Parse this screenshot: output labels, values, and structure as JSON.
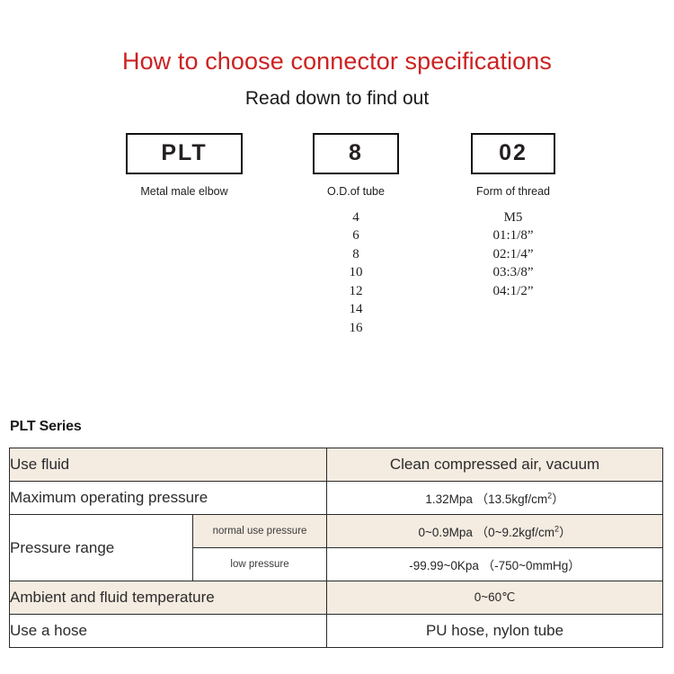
{
  "header": {
    "title": "How to choose connector specifications",
    "subtitle": "Read down to find out",
    "title_color": "#cc2222"
  },
  "code_breakdown": {
    "groups": [
      {
        "code": "PLT",
        "caption": "Metal male elbow",
        "options": []
      },
      {
        "code": "8",
        "caption": "O.D.of tube",
        "options": [
          "4",
          "6",
          "8",
          "10",
          "12",
          "14",
          "16"
        ]
      },
      {
        "code": "02",
        "caption": "Form of thread",
        "options": [
          "M5",
          "01:1/8”",
          "02:1/4”",
          "03:3/8”",
          "04:1/2”"
        ]
      }
    ]
  },
  "spec": {
    "heading": "PLT Series",
    "rows": [
      {
        "label": "Use fluid",
        "value": "Clean compressed air, vacuum",
        "shade": "beige",
        "value_size": "large"
      },
      {
        "label": "Maximum operating pressure",
        "value": "1.32Mpa （13.5kgf/cm",
        "value_sup": "2",
        "value_tail": "）",
        "shade": "white",
        "value_size": "small"
      },
      {
        "label": "Pressure range",
        "sublabel": "normal use pressure",
        "value": "0~0.9Mpa （0~9.2kgf/cm",
        "value_sup": "2",
        "value_tail": "）",
        "shade": "beige",
        "value_size": "small"
      },
      {
        "sublabel": "low pressure",
        "value": "-99.99~0Kpa （-750~0mmHg）",
        "shade": "white",
        "value_size": "small"
      },
      {
        "label": "Ambient and fluid temperature",
        "value": "0~60℃",
        "shade": "beige",
        "value_size": "small"
      },
      {
        "label": "Use a hose",
        "value": "PU hose, nylon tube",
        "shade": "white",
        "value_size": "large"
      }
    ]
  },
  "colors": {
    "beige_row": "#f4ebe1",
    "border": "#2a2a2a",
    "text": "#262626"
  }
}
